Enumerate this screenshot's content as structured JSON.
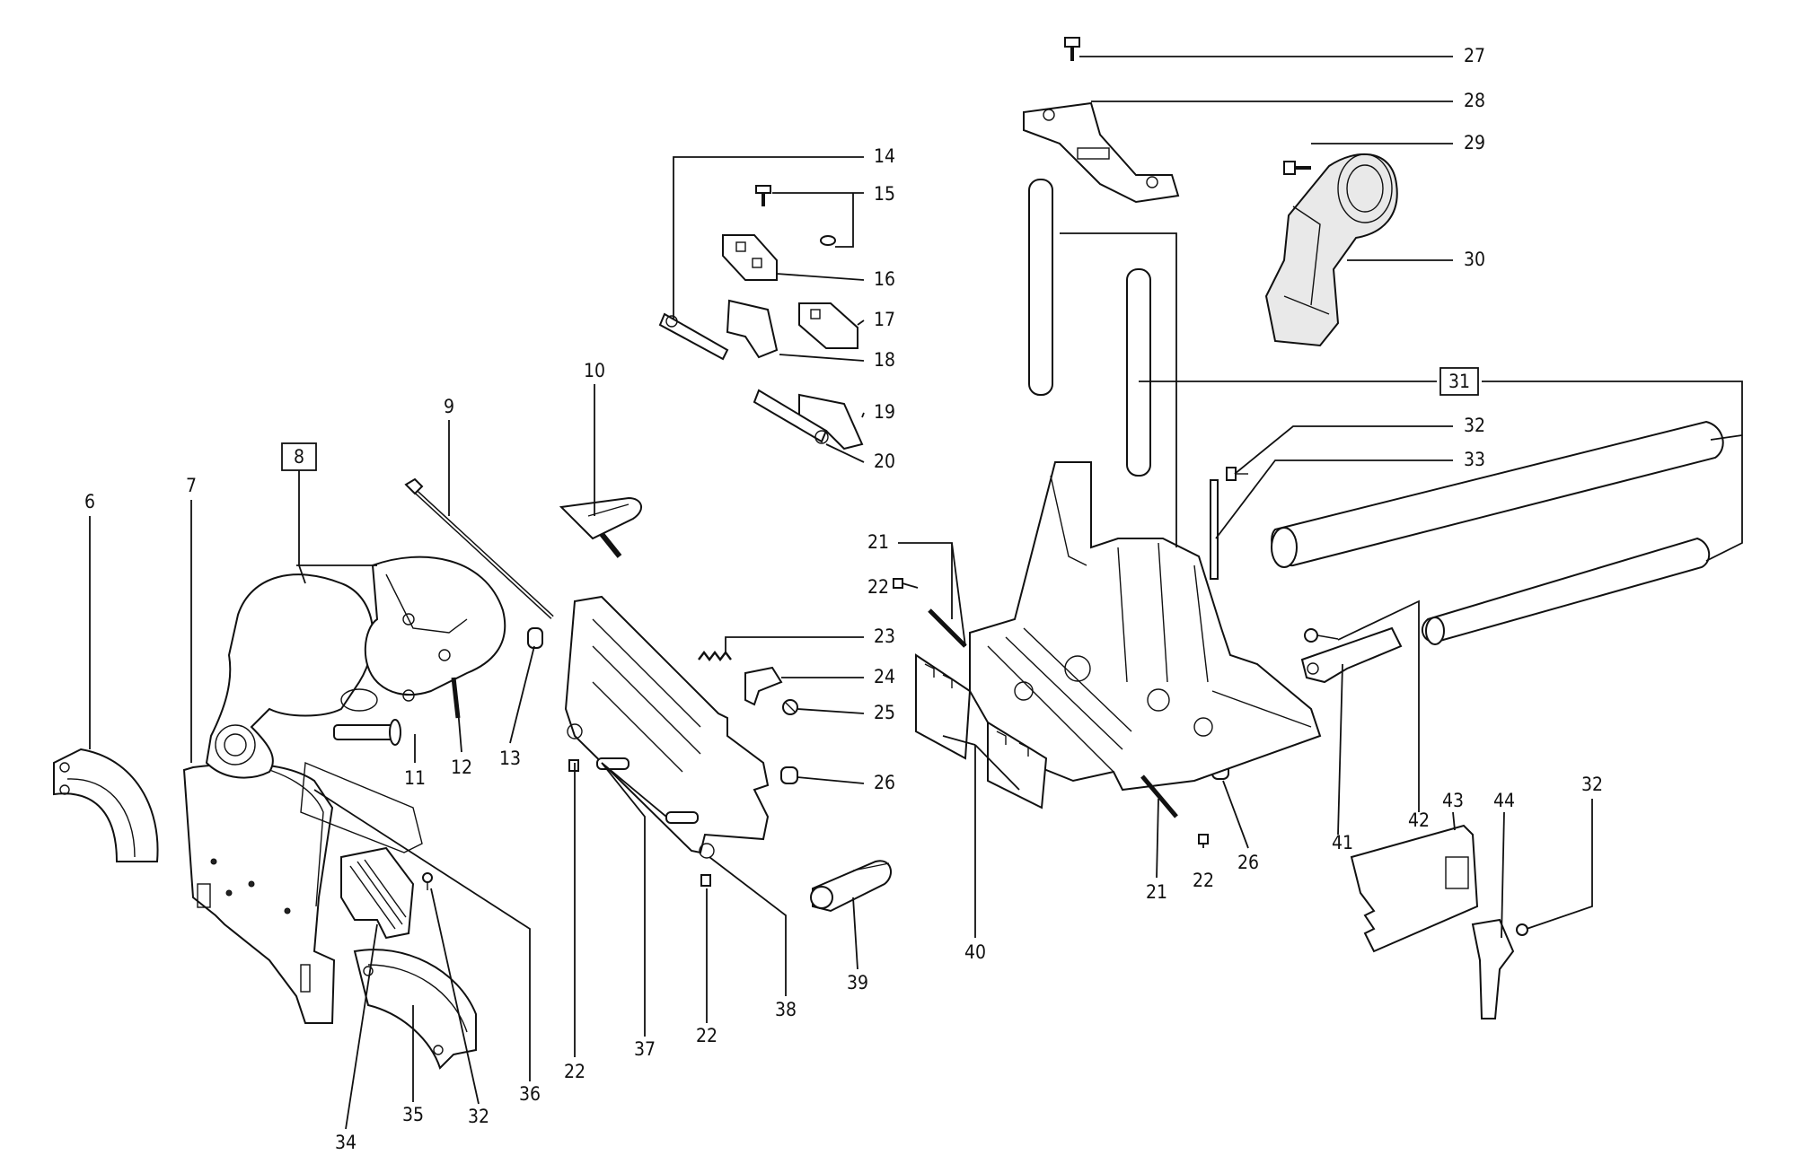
{
  "callouts": [
    {
      "id": "c6",
      "text": "6",
      "boxed": false
    },
    {
      "id": "c7",
      "text": "7",
      "boxed": false
    },
    {
      "id": "c8",
      "text": "8",
      "boxed": true
    },
    {
      "id": "c9",
      "text": "9",
      "boxed": false
    },
    {
      "id": "c10",
      "text": "10",
      "boxed": false
    },
    {
      "id": "c11",
      "text": "11",
      "boxed": false
    },
    {
      "id": "c12",
      "text": "12",
      "boxed": false
    },
    {
      "id": "c13",
      "text": "13",
      "boxed": false
    },
    {
      "id": "c14",
      "text": "14",
      "boxed": false
    },
    {
      "id": "c15",
      "text": "15",
      "boxed": false
    },
    {
      "id": "c16",
      "text": "16",
      "boxed": false
    },
    {
      "id": "c17",
      "text": "17",
      "boxed": false
    },
    {
      "id": "c18",
      "text": "18",
      "boxed": false
    },
    {
      "id": "c19",
      "text": "19",
      "boxed": false
    },
    {
      "id": "c20",
      "text": "20",
      "boxed": false
    },
    {
      "id": "c21a",
      "text": "21",
      "boxed": false
    },
    {
      "id": "c21b",
      "text": "21",
      "boxed": false
    },
    {
      "id": "c22a",
      "text": "22",
      "boxed": false
    },
    {
      "id": "c22b",
      "text": "22",
      "boxed": false
    },
    {
      "id": "c22c",
      "text": "22",
      "boxed": false
    },
    {
      "id": "c22d",
      "text": "22",
      "boxed": false
    },
    {
      "id": "c23",
      "text": "23",
      "boxed": false
    },
    {
      "id": "c24",
      "text": "24",
      "boxed": false
    },
    {
      "id": "c25",
      "text": "25",
      "boxed": false
    },
    {
      "id": "c26a",
      "text": "26",
      "boxed": false
    },
    {
      "id": "c26b",
      "text": "26",
      "boxed": false
    },
    {
      "id": "c27",
      "text": "27",
      "boxed": false
    },
    {
      "id": "c28",
      "text": "28",
      "boxed": false
    },
    {
      "id": "c29",
      "text": "29",
      "boxed": false
    },
    {
      "id": "c30",
      "text": "30",
      "boxed": false
    },
    {
      "id": "c31",
      "text": "31",
      "boxed": true
    },
    {
      "id": "c32a",
      "text": "32",
      "boxed": false
    },
    {
      "id": "c32b",
      "text": "32",
      "boxed": false
    },
    {
      "id": "c32c",
      "text": "32",
      "boxed": false
    },
    {
      "id": "c33",
      "text": "33",
      "boxed": false
    },
    {
      "id": "c34",
      "text": "34",
      "boxed": false
    },
    {
      "id": "c35",
      "text": "35",
      "boxed": false
    },
    {
      "id": "c36",
      "text": "36",
      "boxed": false
    },
    {
      "id": "c37",
      "text": "37",
      "boxed": false
    },
    {
      "id": "c38",
      "text": "38",
      "boxed": false
    },
    {
      "id": "c39",
      "text": "39",
      "boxed": false
    },
    {
      "id": "c40",
      "text": "40",
      "boxed": false
    },
    {
      "id": "c41",
      "text": "41",
      "boxed": false
    },
    {
      "id": "c42",
      "text": "42",
      "boxed": false
    },
    {
      "id": "c43",
      "text": "43",
      "boxed": false
    },
    {
      "id": "c44",
      "text": "44",
      "boxed": false
    }
  ]
}
